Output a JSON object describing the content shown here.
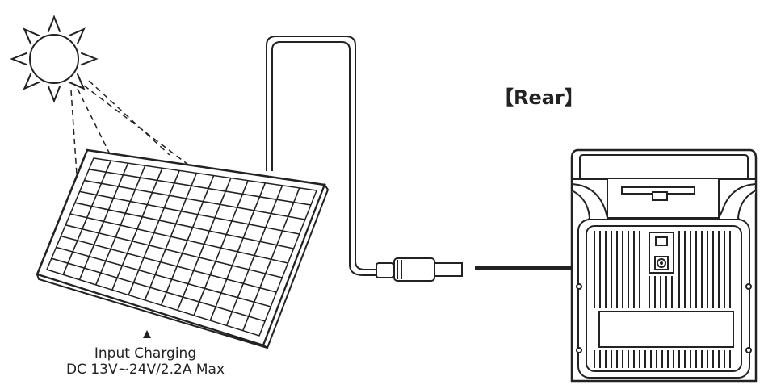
{
  "rear_label": "【Rear】",
  "caption": {
    "line1": "Input Charging",
    "line2": "DC 13V~24V/2.2A Max"
  },
  "icons": [
    "sun-icon",
    "solar-panel",
    "dc-plug",
    "power-station-rear",
    "arrow-right"
  ],
  "colors": {
    "line": "#222222",
    "background": "#ffffff"
  }
}
